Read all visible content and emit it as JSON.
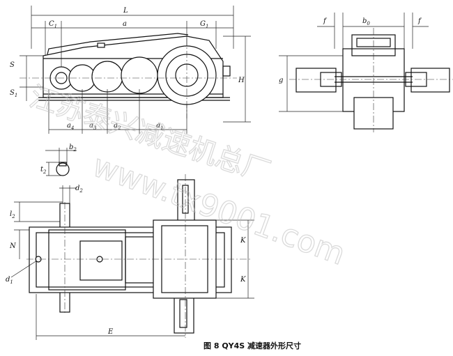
{
  "caption": "图 8   QY4S 减速器外形尺寸",
  "watermark": {
    "line1": "江苏泰兴减速机总厂",
    "line2": "www.tx9001.com"
  },
  "dimensions": {
    "L": "L",
    "C1": "C",
    "C1_sub": "1",
    "a": "a",
    "G1": "G",
    "G1_sub": "1",
    "S_top": "S",
    "S_bottom": "S",
    "S_bottom_sub": "1",
    "H": "H",
    "a4": "a",
    "a4_sub": "4",
    "a3": "a",
    "a3_sub": "3",
    "a2": "a",
    "a2_sub": "2",
    "a1": "a",
    "a1_sub": "1",
    "f_left": "f",
    "b0": "b",
    "b0_sub": "0",
    "f_right": "f",
    "g": "g",
    "b2": "b",
    "b2_sub": "2",
    "t2": "t",
    "t2_sub": "2",
    "d2": "d",
    "d2_sub": "2",
    "l2": "l",
    "l2_sub": "2",
    "N": "N",
    "K_top": "K",
    "K_bottom": "K",
    "d1": "d",
    "d1_sub": "1",
    "E": "E"
  }
}
